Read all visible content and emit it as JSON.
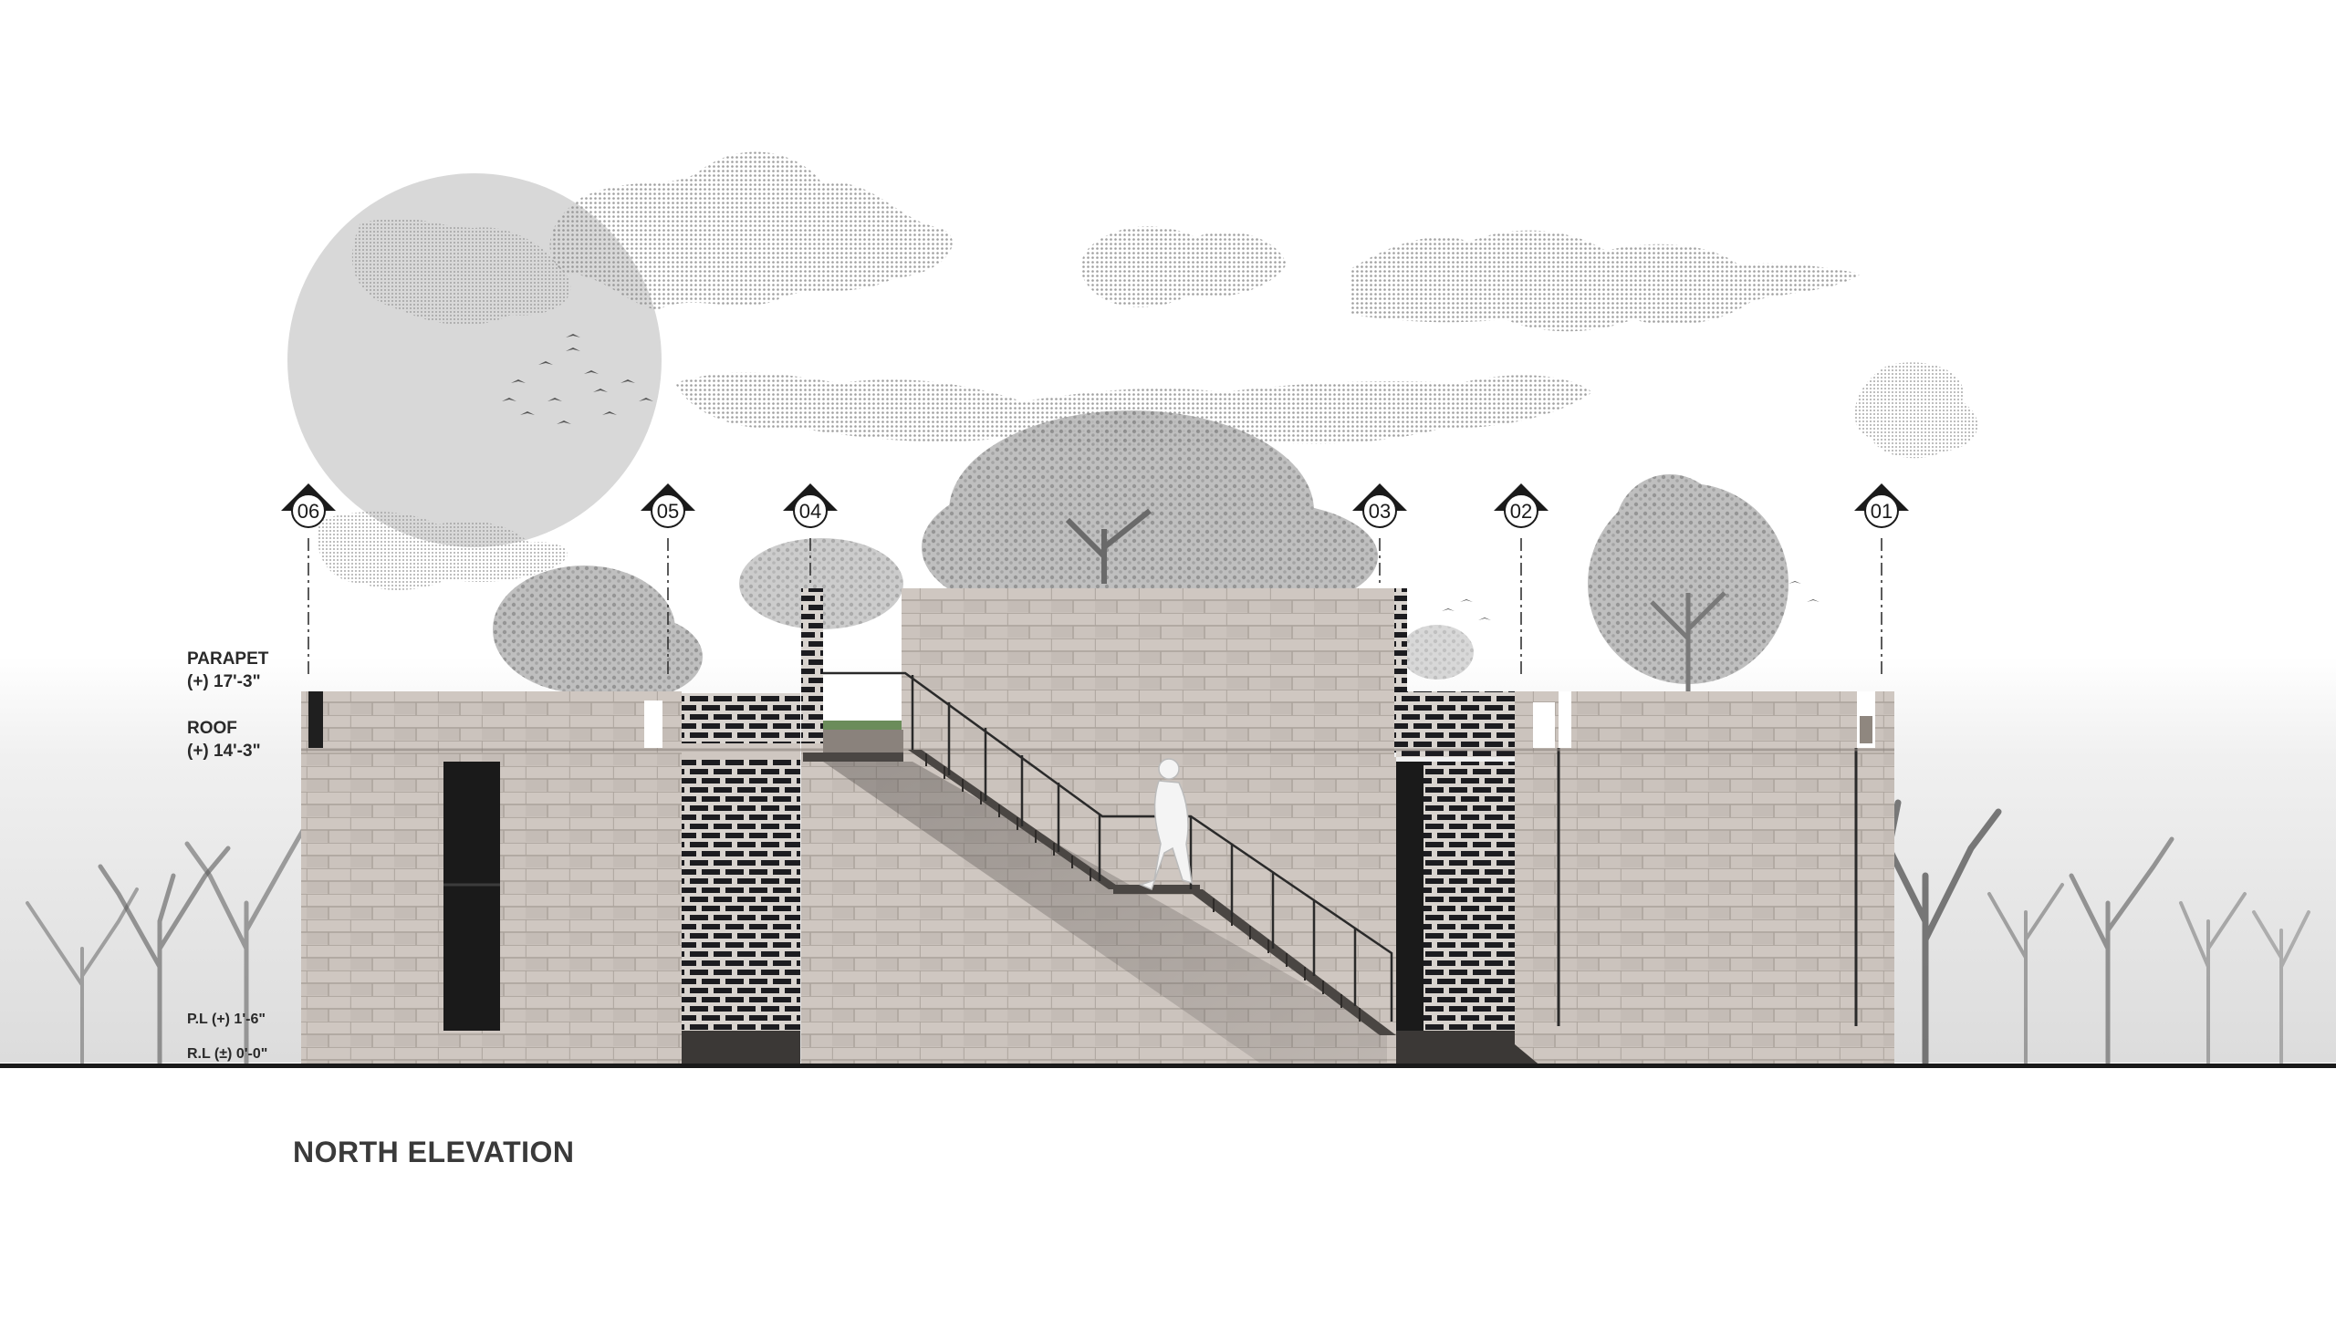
{
  "title": "NORTH ELEVATION",
  "levels": {
    "parapet": {
      "name": "PARAPET",
      "value": "(+) 17'-3\""
    },
    "roof": {
      "name": "ROOF",
      "value": "(+) 14'-3\""
    },
    "plinth": {
      "text": "P.L (+) 1'-6\""
    },
    "road": {
      "text": "R.L (±) 0'-0\""
    }
  },
  "grid_markers": [
    "06",
    "05",
    "04",
    "03",
    "02",
    "01"
  ],
  "colors": {
    "brick": "#c9c1bb",
    "brick_joint": "#a89f98",
    "jali_dark": "#1c1c20",
    "sky_pattern": "#9c9c9c",
    "sun": "#d6d6d6",
    "ground_line": "#1a1a1a"
  }
}
